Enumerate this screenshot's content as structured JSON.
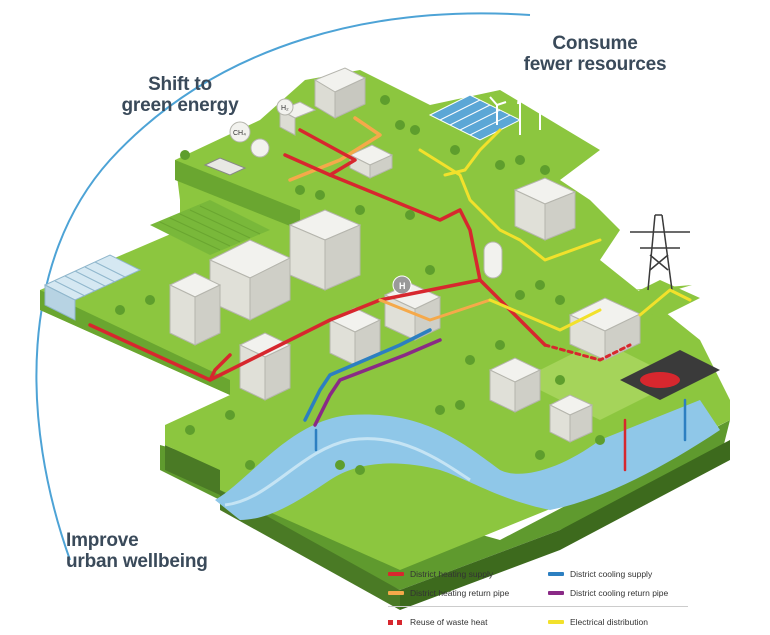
{
  "headings": {
    "green_energy": [
      "Shift to",
      "green energy"
    ],
    "consume": [
      "Consume",
      "fewer resources"
    ],
    "wellbeing": [
      "Improve",
      "urban wellbeing"
    ]
  },
  "labels": {
    "methane": "CH₄",
    "hydrogen": "H₂",
    "helipad": "H"
  },
  "legend": {
    "heating_supply": {
      "label": "District heating supply",
      "color": "#d7272e"
    },
    "heating_return": {
      "label": "District heating return pipe",
      "color": "#f5a94a"
    },
    "cooling_supply": {
      "label": "District cooling supply",
      "color": "#2c7fc1"
    },
    "cooling_return": {
      "label": "District cooling return pipe",
      "color": "#8a2a86"
    },
    "waste_heat": {
      "label": "Reuse of waste heat",
      "color": "#d7272e"
    },
    "electrical": {
      "label": "Electrical distribution",
      "color": "#f2e12b"
    }
  },
  "colors": {
    "grass": "#8cc63f",
    "grass_light": "#a5d45a",
    "grass_side": "#5f9a2e",
    "soil": "#4a7a25",
    "water": "#8fc7e8",
    "road": "#9a9a9a",
    "building": "#f2f2ee",
    "arc": "#4da3d6"
  }
}
